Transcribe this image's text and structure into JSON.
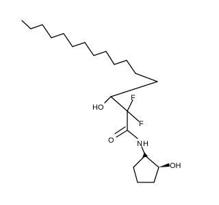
{
  "molecule": {
    "labels": {
      "hydroxyl_chain": "HO",
      "fluorine_1": "F",
      "fluorine_2": "F",
      "amide_oxygen": "O",
      "amide_nitrogen": "N",
      "amide_hydrogen": "H",
      "hydroxyl_ring": "OH"
    }
  }
}
